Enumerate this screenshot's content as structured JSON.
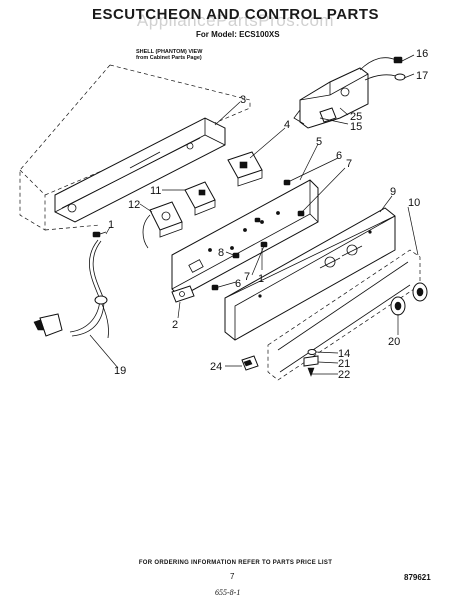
{
  "header": {
    "title": "ESCUTCHEON AND CONTROL PARTS",
    "watermark": "AppliancePartsPros.com",
    "model_line": "For Model: ECS100XS",
    "note_line1": "SHELL (PHANTOM) VIEW",
    "note_line2": "from Cabinet Parts Page)"
  },
  "callouts": [
    "16",
    "17",
    "25",
    "15",
    "3",
    "4",
    "5",
    "6",
    "7",
    "11",
    "12",
    "1",
    "8",
    "9",
    "10",
    "7",
    "6",
    "1",
    "2",
    "20",
    "14",
    "21",
    "22",
    "24",
    "19"
  ],
  "footer": {
    "ordering_note": "FOR ORDERING INFORMATION REFER TO PARTS PRICE LIST",
    "page_number": "7",
    "doc_number": "879621",
    "handwritten_ref": "655-8-1"
  }
}
